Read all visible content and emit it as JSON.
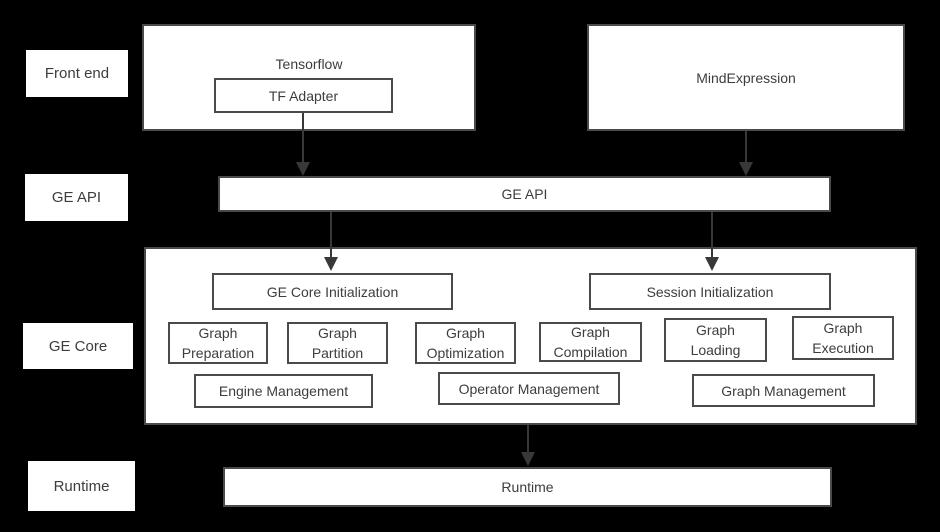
{
  "colors": {
    "background": "#000000",
    "box_fill": "#ffffff",
    "box_border": "#4a4a4a",
    "text": "#3d3d3d",
    "arrow": "#383838"
  },
  "layer_labels": {
    "front_end": "Front end",
    "ge_api": "GE API",
    "ge_core": "GE Core",
    "runtime": "Runtime"
  },
  "front_end": {
    "tensorflow": "Tensorflow",
    "tf_adapter": "TF Adapter",
    "mindexpression": "MindExpression"
  },
  "ge_api": {
    "bar": "GE API"
  },
  "ge_core": {
    "ge_core_initialization": "GE Core Initialization",
    "session_initialization": "Session Initialization",
    "modules": [
      {
        "line1": "Graph",
        "line2": "Preparation"
      },
      {
        "line1": "Graph",
        "line2": "Partition"
      },
      {
        "line1": "Graph",
        "line2": "Optimization"
      },
      {
        "line1": "Graph",
        "line2": "Compilation"
      },
      {
        "line1": "Graph",
        "line2": "Loading"
      },
      {
        "line1": "Graph",
        "line2": "Execution"
      }
    ],
    "management": [
      "Engine Management",
      "Operator Management",
      "Graph Management"
    ]
  },
  "runtime": {
    "bar": "Runtime"
  }
}
